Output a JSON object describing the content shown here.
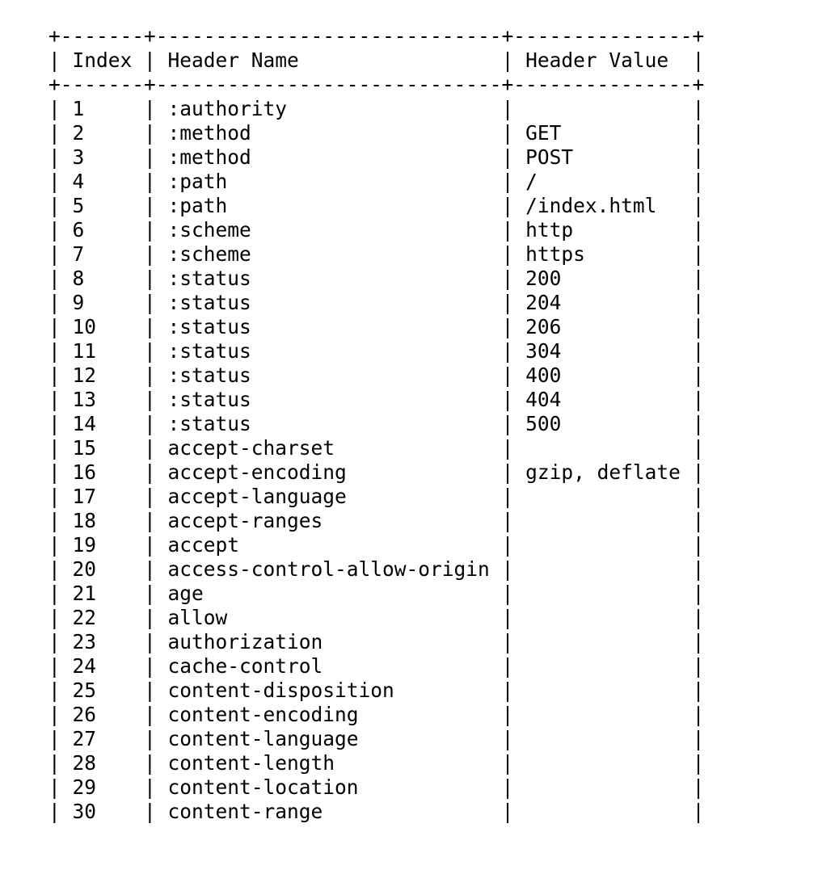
{
  "table": {
    "columns": [
      "Index",
      "Header Name",
      "Header Value"
    ],
    "rows": [
      {
        "index": "1",
        "name": ":authority",
        "value": ""
      },
      {
        "index": "2",
        "name": ":method",
        "value": "GET"
      },
      {
        "index": "3",
        "name": ":method",
        "value": "POST"
      },
      {
        "index": "4",
        "name": ":path",
        "value": "/"
      },
      {
        "index": "5",
        "name": ":path",
        "value": "/index.html"
      },
      {
        "index": "6",
        "name": ":scheme",
        "value": "http"
      },
      {
        "index": "7",
        "name": ":scheme",
        "value": "https"
      },
      {
        "index": "8",
        "name": ":status",
        "value": "200"
      },
      {
        "index": "9",
        "name": ":status",
        "value": "204"
      },
      {
        "index": "10",
        "name": ":status",
        "value": "206"
      },
      {
        "index": "11",
        "name": ":status",
        "value": "304"
      },
      {
        "index": "12",
        "name": ":status",
        "value": "400"
      },
      {
        "index": "13",
        "name": ":status",
        "value": "404"
      },
      {
        "index": "14",
        "name": ":status",
        "value": "500"
      },
      {
        "index": "15",
        "name": "accept-charset",
        "value": ""
      },
      {
        "index": "16",
        "name": "accept-encoding",
        "value": "gzip, deflate"
      },
      {
        "index": "17",
        "name": "accept-language",
        "value": ""
      },
      {
        "index": "18",
        "name": "accept-ranges",
        "value": ""
      },
      {
        "index": "19",
        "name": "accept",
        "value": ""
      },
      {
        "index": "20",
        "name": "access-control-allow-origin",
        "value": ""
      },
      {
        "index": "21",
        "name": "age",
        "value": ""
      },
      {
        "index": "22",
        "name": "allow",
        "value": ""
      },
      {
        "index": "23",
        "name": "authorization",
        "value": ""
      },
      {
        "index": "24",
        "name": "cache-control",
        "value": ""
      },
      {
        "index": "25",
        "name": "content-disposition",
        "value": ""
      },
      {
        "index": "26",
        "name": "content-encoding",
        "value": ""
      },
      {
        "index": "27",
        "name": "content-language",
        "value": ""
      },
      {
        "index": "28",
        "name": "content-length",
        "value": ""
      },
      {
        "index": "29",
        "name": "content-location",
        "value": ""
      },
      {
        "index": "30",
        "name": "content-range",
        "value": ""
      }
    ]
  }
}
